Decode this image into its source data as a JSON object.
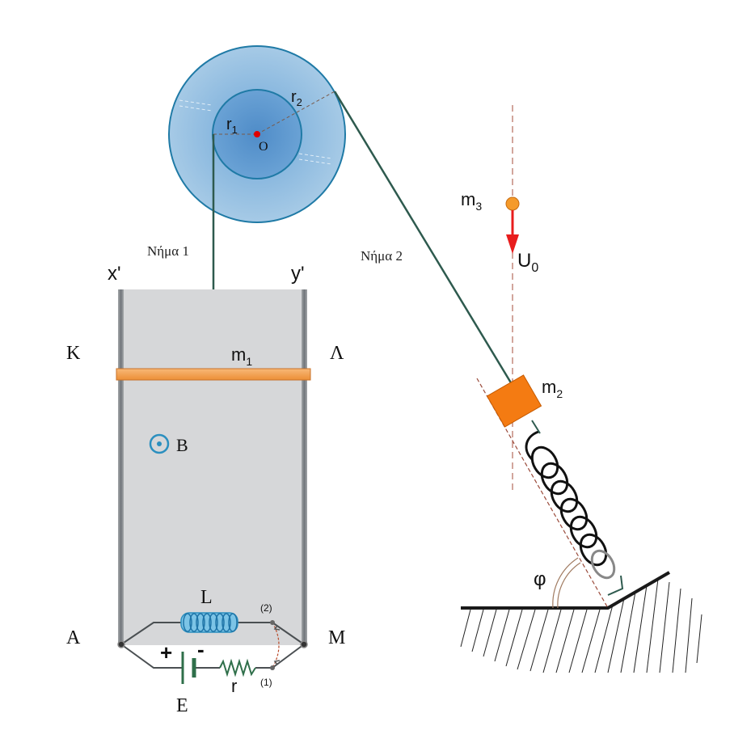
{
  "labels": {
    "r1": "r",
    "r1_sub": "1",
    "r2": "r",
    "r2_sub": "2",
    "center": "O",
    "string1": "Νήμα 1",
    "string2": "Νήμα 2",
    "x_prime": "x'",
    "y_prime": "y'",
    "K": "Κ",
    "Lambda": "Λ",
    "m1": "m",
    "m1_sub": "1",
    "B": "B",
    "L": "L",
    "A": "A",
    "M": "M",
    "E": "E",
    "r": "r",
    "plus": "+",
    "minus": "-",
    "switch2": "(2)",
    "switch1": "(1)",
    "m2": "m",
    "m2_sub": "2",
    "m3": "m",
    "m3_sub": "3",
    "U0": "U",
    "U0_sub": "0",
    "phi": "φ"
  },
  "colors": {
    "pulley_outer": "#9fc4e4",
    "pulley_inner": "#5c97cf",
    "pulley_edge": "#1f7aa6",
    "string": "#2e5a4e",
    "rail": "#8a8d90",
    "field_region": "#d6d7d9",
    "rod": "#f5a04f",
    "block": "#f47b12",
    "velocity_arrow": "#e81d1d",
    "coil": "#3aa0d2",
    "spring": "#111111"
  }
}
